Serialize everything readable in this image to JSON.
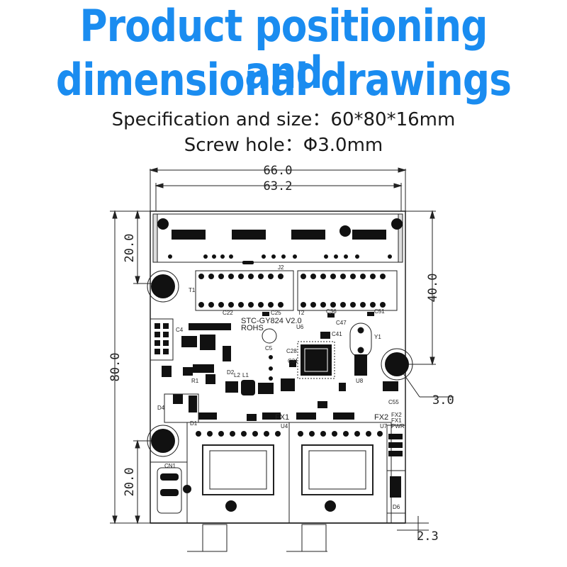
{
  "title": {
    "line1": "Product positioning and",
    "line2": "dimensional drawings"
  },
  "spec": {
    "size": "Specification and size：60*80*16mm",
    "screw": "Screw hole：Φ3.0mm"
  },
  "dimensions": {
    "width_outer": "66.0",
    "width_inner": "63.2",
    "height_total": "80.0",
    "top_offset": "20.0",
    "bottom_offset": "20.0",
    "right_span": "40.0",
    "hole": "3.0",
    "overhang": "2.3"
  },
  "silkscreen": {
    "board_name": "STC-GY824 V2.0",
    "rohs": "ROHS",
    "fx1": "FX1",
    "fx2": "FX2",
    "fx2_right": "FX2",
    "fx1_right": "FX1",
    "pwr": "PWR",
    "d6": "D6",
    "u4": "U4",
    "u7": "U7",
    "cn1": "CN1",
    "j2": "J2",
    "t1": "T1",
    "t2": "T2",
    "d4": "D4",
    "u6": "U6",
    "u8": "U8",
    "y1": "Y1",
    "c5": "C5",
    "c28": "C28",
    "c55": "C55",
    "c51": "C51",
    "c36": "C36",
    "c25": "C25",
    "c22": "C22",
    "l1": "L1",
    "l2": "L2",
    "d1": "D1",
    "d2": "D2",
    "r1": "R1",
    "c4": "C4",
    "c31": "C31",
    "c47": "C47",
    "c41": "C41"
  },
  "colors": {
    "title": "#1a8cf0",
    "ink": "#1a1a1a"
  }
}
